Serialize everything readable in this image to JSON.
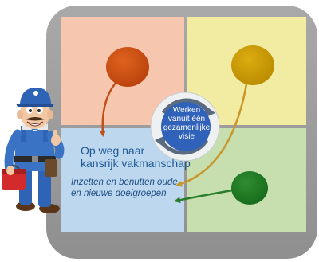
{
  "center": {
    "line1": "Werken",
    "line2": "vanuit één",
    "line3": "gezamenlijke",
    "line4": "visie"
  },
  "label_vakmanschap": {
    "line1": "Op weg naar",
    "line2": "kansrijk vakmanschap"
  },
  "label_doelgroepen": {
    "line1": "Inzetten en benutten oude",
    "line2": "en nieuwe doelgroepen"
  },
  "colors": {
    "frame": "#9c9c9c",
    "quadrant_top_left": "#f6c7ae",
    "quadrant_top_right": "#f2eba2",
    "quadrant_bottom_left": "#bcd7ee",
    "quadrant_bottom_right": "#c7dfae",
    "dot_orange": "#cc4f12",
    "dot_yellow": "#c89a00",
    "dot_green": "#1e7a22",
    "center_circle": "#2f62b8"
  },
  "illustration": "mechanic-mascot-with-toolbox"
}
